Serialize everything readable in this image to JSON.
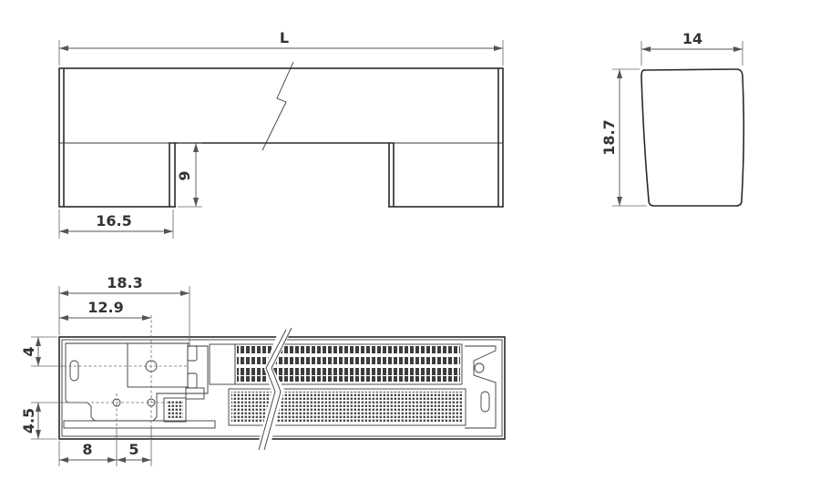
{
  "drawing": {
    "views": {
      "front": {
        "length_label": "L",
        "foot_height": "9",
        "foot_width": "16.5"
      },
      "side": {
        "width": "14",
        "height": "18.7"
      },
      "top": {
        "offset_a": "18.3",
        "offset_b": "12.9",
        "offset_c": "4",
        "offset_d": "4.5",
        "offset_e": "8",
        "offset_f": "5"
      }
    }
  }
}
